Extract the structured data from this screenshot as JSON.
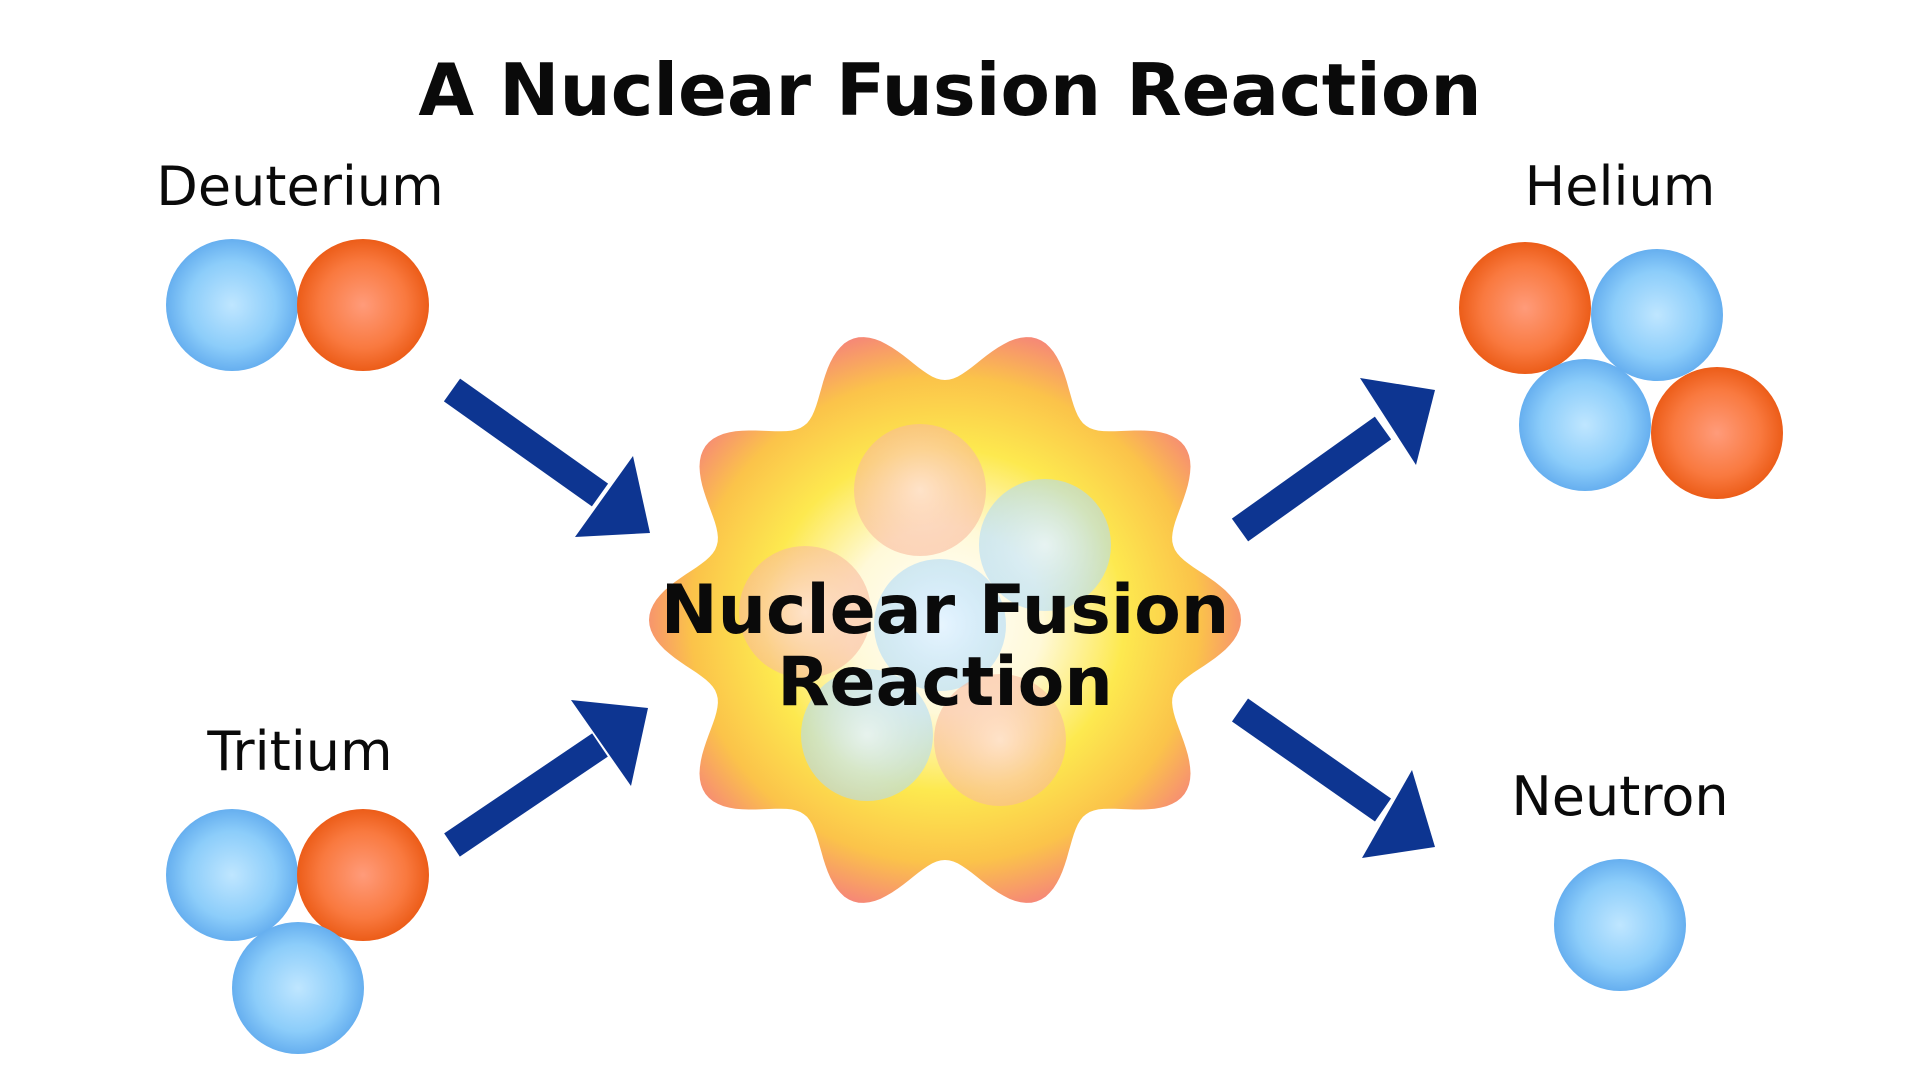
{
  "title": "A Nuclear Fusion Reaction",
  "center": {
    "line1": "Nuclear Fusion",
    "line2": "Reaction"
  },
  "inputs": {
    "deuterium": {
      "label": "Deuterium",
      "particles": [
        "neutron",
        "proton"
      ]
    },
    "tritium": {
      "label": "Tritium",
      "particles": [
        "neutron",
        "proton",
        "neutron"
      ]
    }
  },
  "outputs": {
    "helium": {
      "label": "Helium",
      "particles": [
        "proton",
        "neutron",
        "neutron",
        "proton"
      ]
    },
    "neutron": {
      "label": "Neutron",
      "particles": [
        "neutron"
      ]
    }
  },
  "colors": {
    "neutron": "#7cc4f5",
    "proton": "#f46a24",
    "arrow": "#0d3591",
    "burst_core": "#ffffff",
    "burst_mid": "#fbe44a",
    "burst_edge": "#f47a85"
  }
}
